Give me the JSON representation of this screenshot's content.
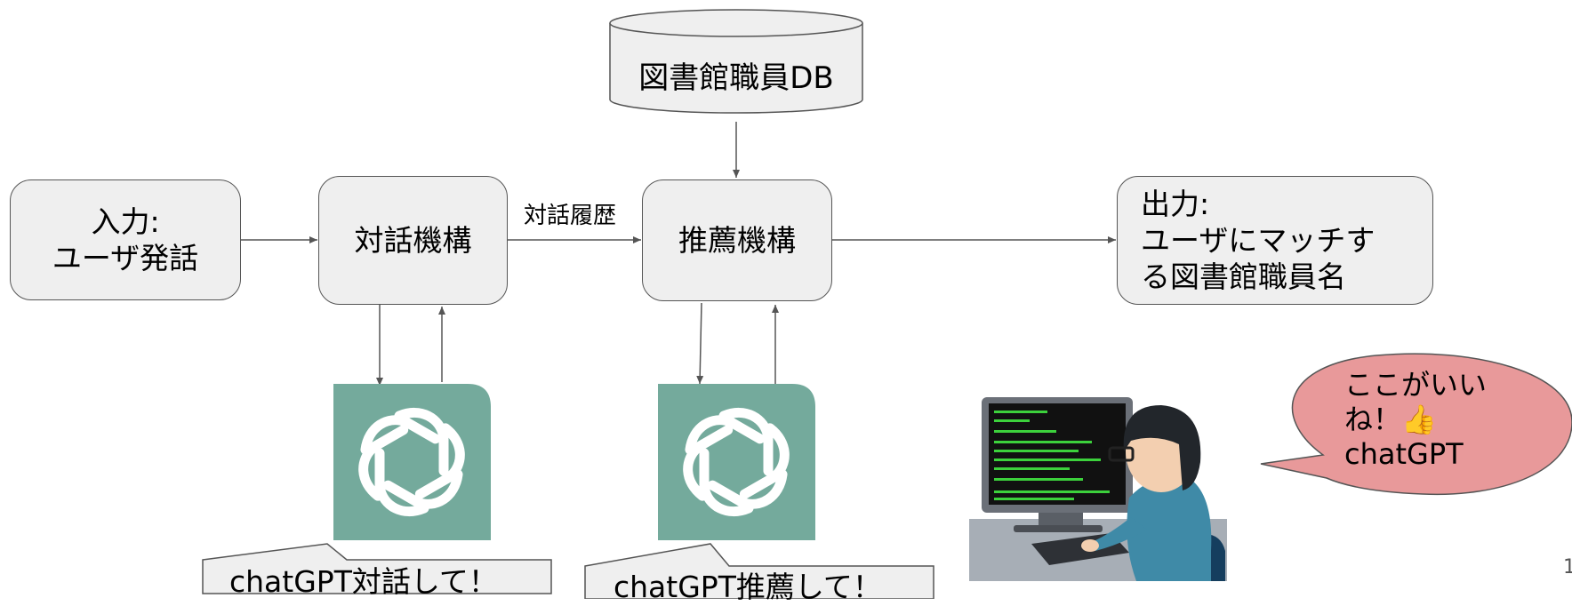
{
  "db": {
    "label": "図書館職員DB"
  },
  "input_box": {
    "line1": "入力:",
    "line2": "ユーザ発話"
  },
  "dialogue_box": {
    "label": "対話機構"
  },
  "recommend_box": {
    "label": "推薦機構"
  },
  "output_box": {
    "line1": "出力:",
    "line2": "ユーザにマッチす",
    "line3": "る図書館職員名"
  },
  "edge_label": "対話履歴",
  "callout_dialogue": "chatGPT対話して！",
  "callout_recommend": "chatGPT推薦して！",
  "speech_bubble": {
    "line1": "ここがいい",
    "line2": "ね！👍",
    "line3": "chatGPT"
  },
  "page_number": "1",
  "colors": {
    "box_fill": "#efefef",
    "chatgpt_green": "#74aa9c",
    "bubble_pink": "#e8999a"
  },
  "icons": [
    "chatgpt-logo-icon",
    "chatgpt-logo-icon",
    "programmer-at-computer-illustration"
  ]
}
